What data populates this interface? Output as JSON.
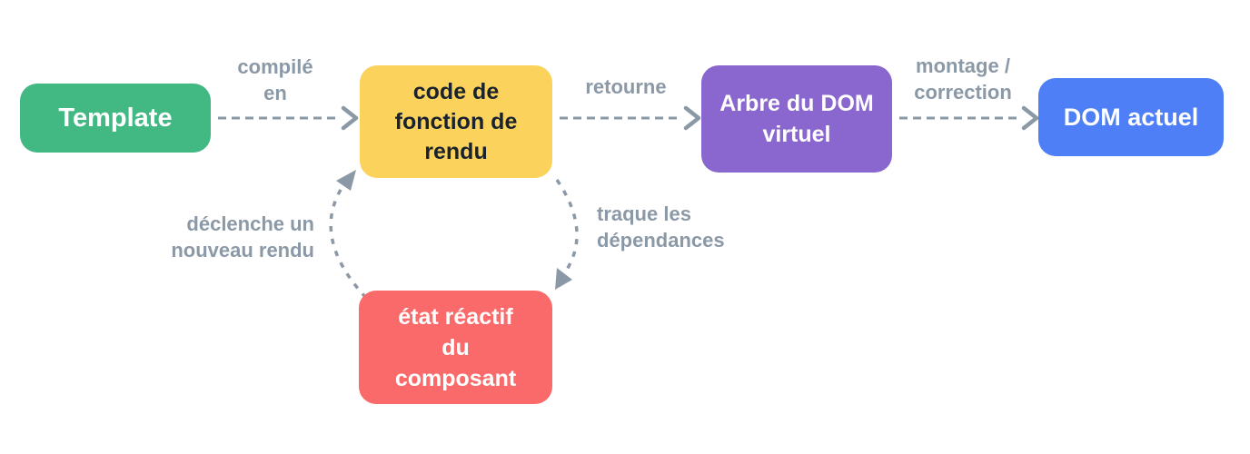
{
  "colors": {
    "background": "#ffffff",
    "green": "#42b883",
    "yellow": "#fbd35c",
    "purple": "#8a67ce",
    "blue": "#4e7ff7",
    "red": "#fa6a6a",
    "gray": "#8b99a7",
    "dark_text": "#1a222e",
    "light_text": "#ffffff"
  },
  "nodes": {
    "template": {
      "label": "Template"
    },
    "render_function": {
      "label": "code de\nfonction de\nrendu"
    },
    "virtual_dom": {
      "label": "Arbre du DOM\nvirtuel"
    },
    "actual_dom": {
      "label": "DOM actuel"
    },
    "reactive_state": {
      "label": "état réactif\ndu\ncomposant"
    }
  },
  "edges": {
    "compiled_into": {
      "label": "compilé\nen"
    },
    "returns": {
      "label": "retourne"
    },
    "mount_patch": {
      "label": "montage /\ncorrection"
    },
    "tracks_dependencies": {
      "label": "traque les\ndépendances"
    },
    "triggers_rerender": {
      "label": "déclenche un\nnouveau rendu"
    }
  }
}
